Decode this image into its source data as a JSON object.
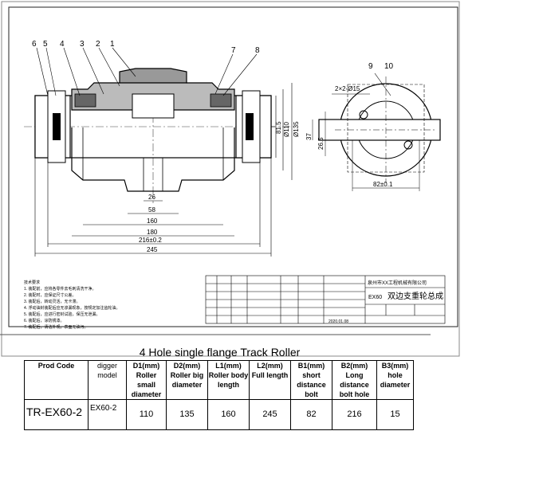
{
  "drawing": {
    "part_numbers": [
      "6",
      "5",
      "4",
      "3",
      "2",
      "1",
      "7",
      "8"
    ],
    "part_numbers_side": [
      "9",
      "10"
    ],
    "dims_horizontal": [
      "26",
      "58",
      "160",
      "180",
      "216±0.2",
      "245"
    ],
    "dims_vertical": [
      "81.5",
      "Ø110",
      "Ø135",
      "37",
      "26.5"
    ],
    "dims_side": [
      "2×2-Ø15",
      "82±0.1"
    ],
    "tech_notes_title": "技术要求",
    "tech_notes": [
      "1. 装配前，应将各零件去毛刺清洗干净。",
      "2. 装配时，应保证尺寸公差。",
      "3. 装配后，转动灵活，无卡滞。",
      "4. 浮动油封装配后应无渗漏现象，按规定加注齿轮油。",
      "5. 装配后，应进行密封试验，保压无泄漏。",
      "6. 装配后，涂防锈漆。",
      "7. 装配后，清洁外观，表面无油污。"
    ],
    "title_company": "泉州市XX工程机械有限公司",
    "title_model": "EX60",
    "title_name": "双边支重轮总成",
    "title_date": "2020.01.08"
  },
  "table": {
    "title": "4 Hole single flange Track Roller",
    "headers": [
      [
        "Prod Code"
      ],
      [
        "digger",
        "model"
      ],
      [
        "D1(mm)",
        "Roller small",
        "diameter"
      ],
      [
        "D2(mm)",
        "Roller big",
        "diameter"
      ],
      [
        "L1(mm)",
        "Roller body",
        "length"
      ],
      [
        "L2(mm)",
        "Full length"
      ],
      [
        "B1(mm)",
        "short",
        "distance bolt"
      ],
      [
        "B2(mm)",
        "Long distance",
        "bolt hole"
      ],
      [
        "B3(mm)",
        "hole",
        "diameter"
      ]
    ],
    "row": [
      "TR-EX60-2",
      "EX60-2",
      "110",
      "135",
      "160",
      "245",
      "82",
      "216",
      "15"
    ]
  }
}
